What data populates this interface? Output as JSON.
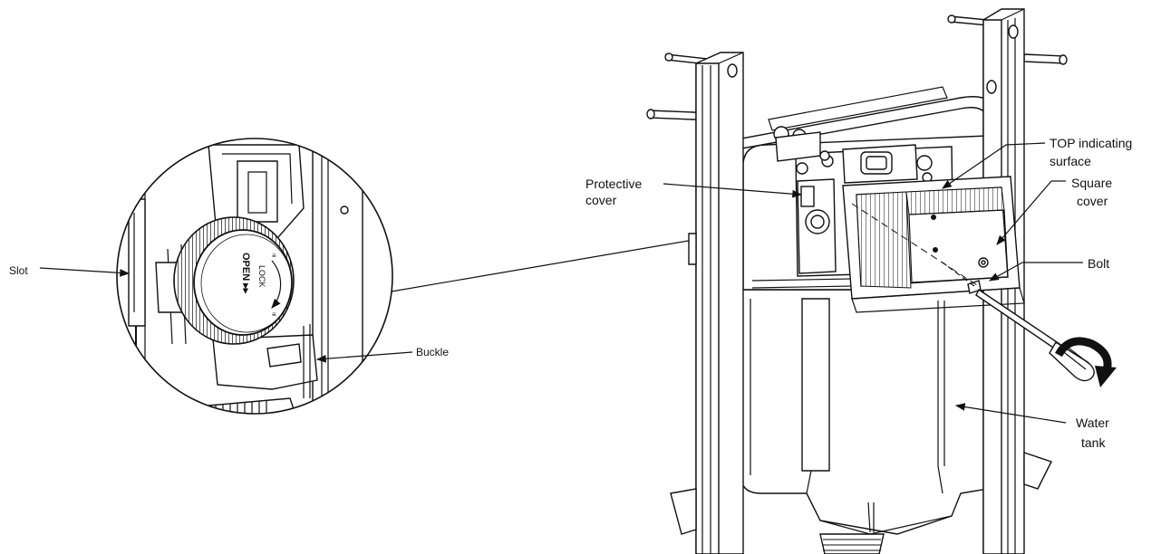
{
  "labels": {
    "slot": "Slot",
    "buckle": "Buckle",
    "protective_cover_1": "Protective",
    "protective_cover_2": "cover",
    "top_surface_1": "TOP indicating",
    "top_surface_2": "surface",
    "square_cover_1": "Square",
    "square_cover_2": "cover",
    "bolt": "Bolt",
    "water_tank_1": "Water",
    "water_tank_2": "tank"
  },
  "icons": [
    "magnifier-detail",
    "screwdriver-icon",
    "rotation-arrow-icon",
    "arrow-head-icon"
  ]
}
